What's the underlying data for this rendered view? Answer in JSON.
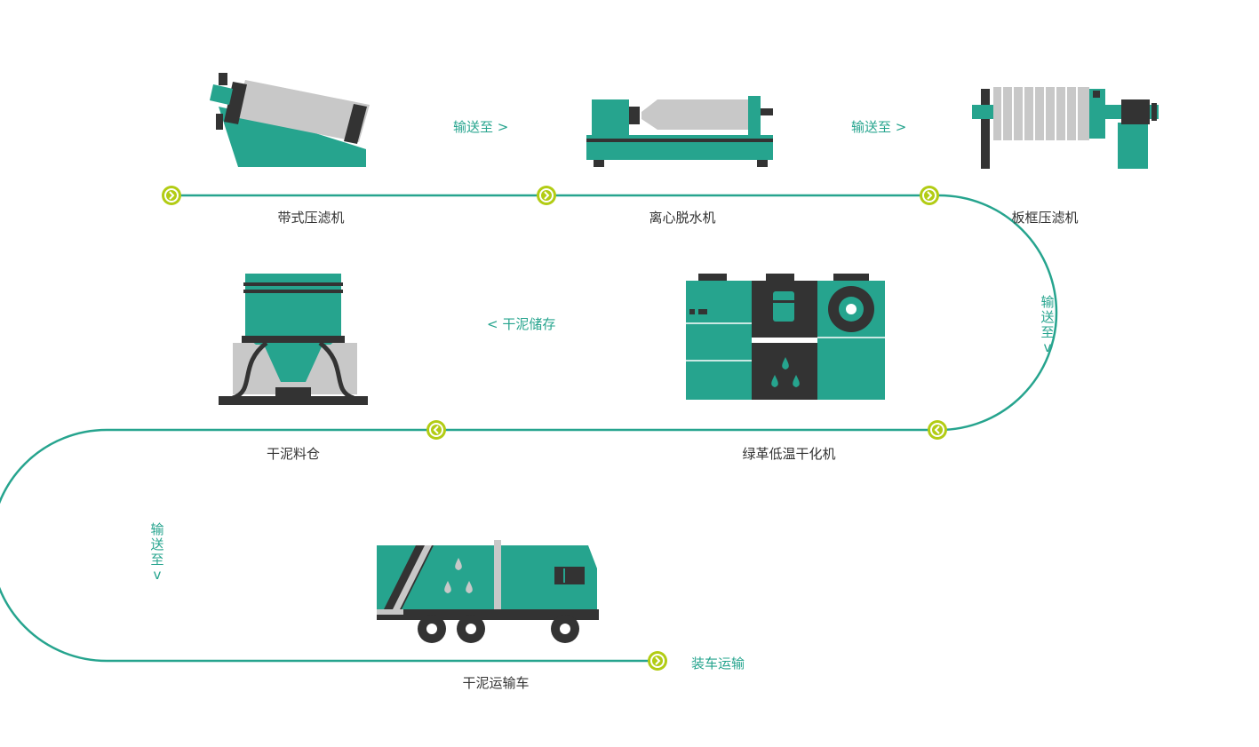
{
  "colors": {
    "teal": "#26a48e",
    "dark": "#333333",
    "lime": "#b2cc14",
    "gray": "#c8c8c8",
    "text": "#333333"
  },
  "machines": [
    {
      "name": "带式压滤机",
      "icon": "belt-filter-press-icon"
    },
    {
      "name": "离心脱水机",
      "icon": "centrifuge-dehydrator-icon"
    },
    {
      "name": "板框压滤机",
      "icon": "plate-frame-filter-press-icon"
    },
    {
      "name": "绿革低温干化机",
      "icon": "low-temp-dryer-icon"
    },
    {
      "name": "干泥料仓",
      "icon": "dry-sludge-silo-icon"
    },
    {
      "name": "干泥运输车",
      "icon": "sludge-truck-icon"
    }
  ],
  "connectors": {
    "convey_1": "输送至 >",
    "convey_2": "输送至 >",
    "convey_v1": [
      "输",
      "送",
      "至",
      "v"
    ],
    "storage": "< 干泥储存",
    "convey_v2": [
      "输",
      "送",
      "至",
      "v"
    ],
    "loading": "装车运输"
  }
}
